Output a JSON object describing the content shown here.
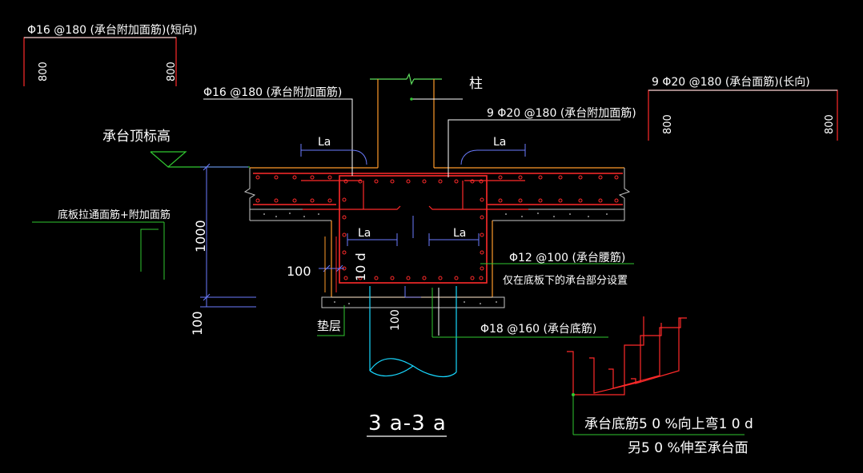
{
  "colors": {
    "background": "#000000",
    "text": "#ffffff",
    "concrete": "#c8c8c8",
    "rebar_red": "#ff2a2a",
    "rebar_orange": "#ff9a2a",
    "dim_blue": "#6b7cff",
    "leader_white": "#ffffff",
    "green": "#31c831",
    "pile_cyan": "#18d8ff",
    "column_green": "#5ee05e"
  },
  "labels": {
    "short_dir_bar": "Φ16 @180 (承台附加面筋)(短向)",
    "short_dir_left": "800",
    "short_dir_right": "800",
    "top_add_bar": "Φ16 @180 (承台附加面筋)",
    "column": "柱",
    "top_add_bar_2": "9 Φ20 @180 (承台附加面筋)",
    "long_dir_bar": "9 Φ20 @180 (承台面筋)(长向)",
    "long_dir_left": "800",
    "long_dir_right": "800",
    "cap_top_elev": "承台顶标高",
    "slab_bars": "底板拉通面筋+附加面筋",
    "la_top_left": "La",
    "la_top_right": "La",
    "la_mid_left": "La",
    "la_mid_right": "La",
    "dim_1000": "1000",
    "dim_100_side": "100",
    "dim_10d": "10 d",
    "dim_100_bottom": "100",
    "dim_100_pile": "100",
    "waist_bar": "Φ12 @100 (承台腰筋)",
    "waist_note": "仅在底板下的承台部分设置",
    "cushion": "垫层",
    "bottom_bar": "Φ18 @160 (承台底筋)",
    "section_title": "3 a-3 a",
    "note_line1": "承台底筋5 0 %向上弯1 0 d",
    "note_line2": "另5 0 %伸至承台面"
  }
}
